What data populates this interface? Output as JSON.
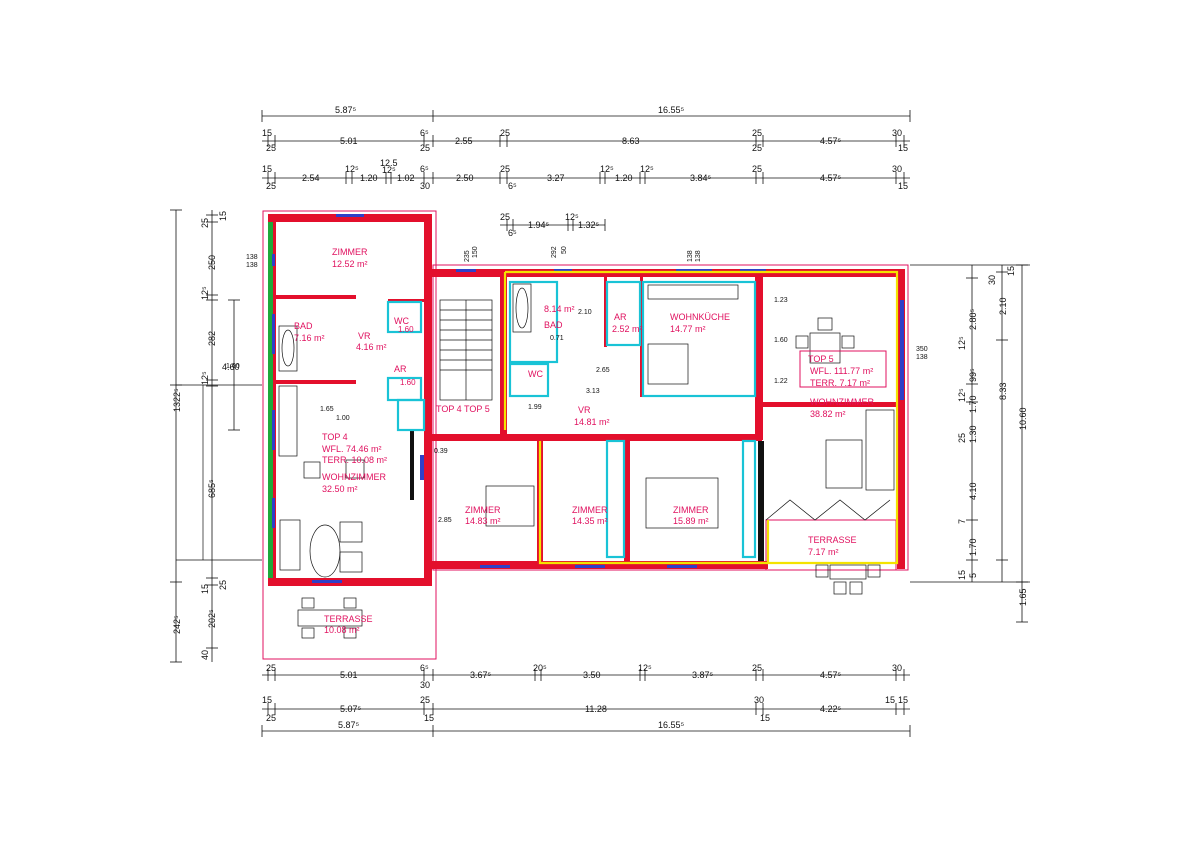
{
  "dimensions": {
    "top_row1": [
      "5.87⁵",
      "16.55⁵"
    ],
    "top_row2": [
      "15",
      "25",
      "5.01",
      "6⁵",
      "25",
      "2.55",
      "25",
      "8.63",
      "25",
      "25",
      "4.57⁵",
      "30",
      "15"
    ],
    "top_row3": [
      "15",
      "25",
      "2.54",
      "12⁵",
      "1.20",
      "12.5",
      "12⁵",
      "1.02",
      "6⁵",
      "30",
      "2.50",
      "25",
      "6⁵",
      "3.27",
      "12⁵",
      "1.20",
      "12⁵",
      "3.84⁵",
      "25",
      "4.57⁵",
      "30",
      "15"
    ],
    "top_row4": [
      "25",
      "6⁵",
      "1.94⁵",
      "12⁵",
      "1.32⁵"
    ],
    "bottom_row1": [
      "25",
      "5.01",
      "6⁵",
      "30",
      "3.67⁵",
      "20⁵",
      "3.50",
      "12⁵",
      "3.87⁵",
      "25",
      "4.57⁵",
      "30"
    ],
    "bottom_row2": [
      "15",
      "25",
      "5.07⁵",
      "25",
      "15",
      "11.28",
      "30",
      "15",
      "4.22⁵",
      "15",
      "15"
    ],
    "bottom_row3": [
      "5.87⁵",
      "16.55⁵"
    ],
    "left": [
      "25",
      "15",
      "250",
      "12⁵",
      "282",
      "4.60",
      "12⁵",
      "1322⁵",
      "685⁵",
      "15",
      "25",
      "242⁵",
      "202⁵",
      "40"
    ],
    "right": [
      "30",
      "15",
      "2.80⁵",
      "2.10",
      "12⁵",
      "99⁵",
      "1.70",
      "12⁵",
      "8.33",
      "10.60",
      "25",
      "1.30",
      "4.10",
      "7",
      "1.70",
      "15",
      "5",
      "1.65"
    ],
    "openings": [
      "138",
      "138",
      "235",
      "150",
      "292",
      "50",
      "138",
      "138",
      "350",
      "138"
    ],
    "interior": [
      "2.10",
      "0.71",
      "2.65",
      "3.13",
      "1.65",
      "1.00",
      "0.39",
      "2.85",
      "1.60",
      "1.22",
      "1.60",
      "1.99",
      "1.23"
    ]
  },
  "rooms": {
    "zimmer_top4": {
      "name": "ZIMMER",
      "area": "12.52 m²"
    },
    "bad_top4": {
      "name": "BAD",
      "area": "7.16 m²"
    },
    "wc_top4": {
      "name": "WC",
      "area": "1.60"
    },
    "vr_top4": {
      "name": "VR",
      "area": "4.16 m²"
    },
    "ar_top4": {
      "name": "AR",
      "area": "1.60"
    },
    "top4_label": "TOP 4",
    "wfl_top4": "WFL. 74.46 m²",
    "terr_top4": "TERR. 10.08 m²",
    "wohnzimmer_top4": {
      "name": "WOHNZIMMER",
      "area": "32.50 m²"
    },
    "terrasse_top4": {
      "name": "TERRASSE",
      "area": "10.08 m²"
    },
    "stair_label": "TOP 4  TOP 5",
    "bad_top5": {
      "name": "BAD",
      "area": "8.14 m²"
    },
    "wc_top5": {
      "name": "WC"
    },
    "ar_top5": {
      "name": "AR",
      "area": "2.52 m²"
    },
    "wohnkueche": {
      "name": "WOHNKÜCHE",
      "area": "14.77 m²"
    },
    "vr_top5": {
      "name": "VR",
      "area": "14.81 m²"
    },
    "zimmer_a": {
      "name": "ZIMMER",
      "area": "14.83 m²"
    },
    "zimmer_b": {
      "name": "ZIMMER",
      "area": "14.35 m²"
    },
    "zimmer_c": {
      "name": "ZIMMER",
      "area": "15.89 m²"
    },
    "top5_label": "TOP 5",
    "wfl_top5": "WFL. 111.77 m²",
    "terr_top5": "TERR. 7.17 m²",
    "wohnzimmer_top5": {
      "name": "WOHNZIMMER",
      "area": "38.82 m²"
    },
    "terrasse_top5": {
      "name": "TERRASSE",
      "area": "7.17 m²"
    }
  },
  "colors": {
    "wall": "#e30f2c",
    "dim": "#111111",
    "label": "#e0115f",
    "cyan_outline": "#19c3d6",
    "yellow_outline": "#f4e300",
    "green_window": "#1fa83a",
    "blue_window": "#2f40c8"
  }
}
